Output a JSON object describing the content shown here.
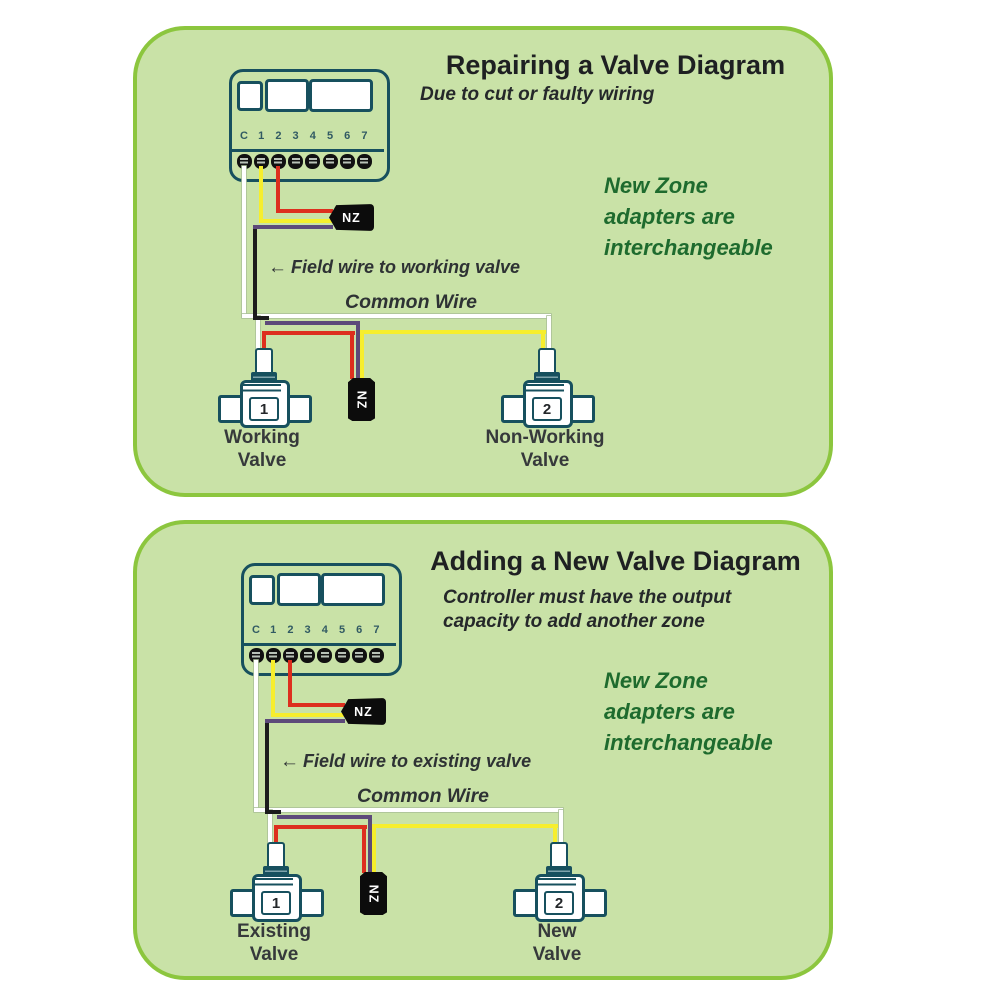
{
  "colors": {
    "page_background": "#ffffff",
    "panel_fill": "#c9e2a7",
    "panel_border": "#8cc63e",
    "outline_teal": "#17505e",
    "title_text": "#1e2022",
    "subtitle_text": "#25282a",
    "note_green": "#1e6b2e",
    "label_text": "#36393b",
    "terminal_label": "#315a63",
    "terminal_black": "#111111",
    "terminal_slot": "#b9c2b8",
    "wire_white": "#ffffff",
    "wire_yellow": "#f6ee2d",
    "wire_red": "#dd2f1e",
    "wire_purple": "#5d4a7a",
    "wire_black": "#1c1c1c",
    "nz_bg": "#0c0c0c",
    "nz_text": "#ffffff"
  },
  "panels": [
    {
      "title": "Repairing a Valve Diagram",
      "subtitle_lines": [
        "Due to cut or faulty wiring"
      ],
      "note_lines": [
        "New Zone",
        "adapters are",
        "interchangeable"
      ],
      "arrow_icon": "←",
      "field_wire_label": "Field wire to working valve",
      "common_wire_label": "Common Wire",
      "controller_terminal_labels": [
        "C",
        "1",
        "2",
        "3",
        "4",
        "5",
        "6",
        "7"
      ],
      "nz_adapter_label": "NZ",
      "valves": [
        {
          "number": "1",
          "label_lines": [
            "Working",
            "Valve"
          ]
        },
        {
          "number": "2",
          "label_lines": [
            "Non-Working",
            "Valve"
          ]
        }
      ]
    },
    {
      "title": "Adding a New Valve Diagram",
      "subtitle_lines": [
        "Controller must have the output",
        "capacity to add another zone"
      ],
      "note_lines": [
        "New Zone",
        "adapters are",
        "interchangeable"
      ],
      "arrow_icon": "←",
      "field_wire_label": "Field wire to existing valve",
      "common_wire_label": "Common Wire",
      "controller_terminal_labels": [
        "C",
        "1",
        "2",
        "3",
        "4",
        "5",
        "6",
        "7"
      ],
      "nz_adapter_label": "NZ",
      "valves": [
        {
          "number": "1",
          "label_lines": [
            "Existing",
            "Valve"
          ]
        },
        {
          "number": "2",
          "label_lines": [
            "New",
            "Valve"
          ]
        }
      ]
    }
  ]
}
